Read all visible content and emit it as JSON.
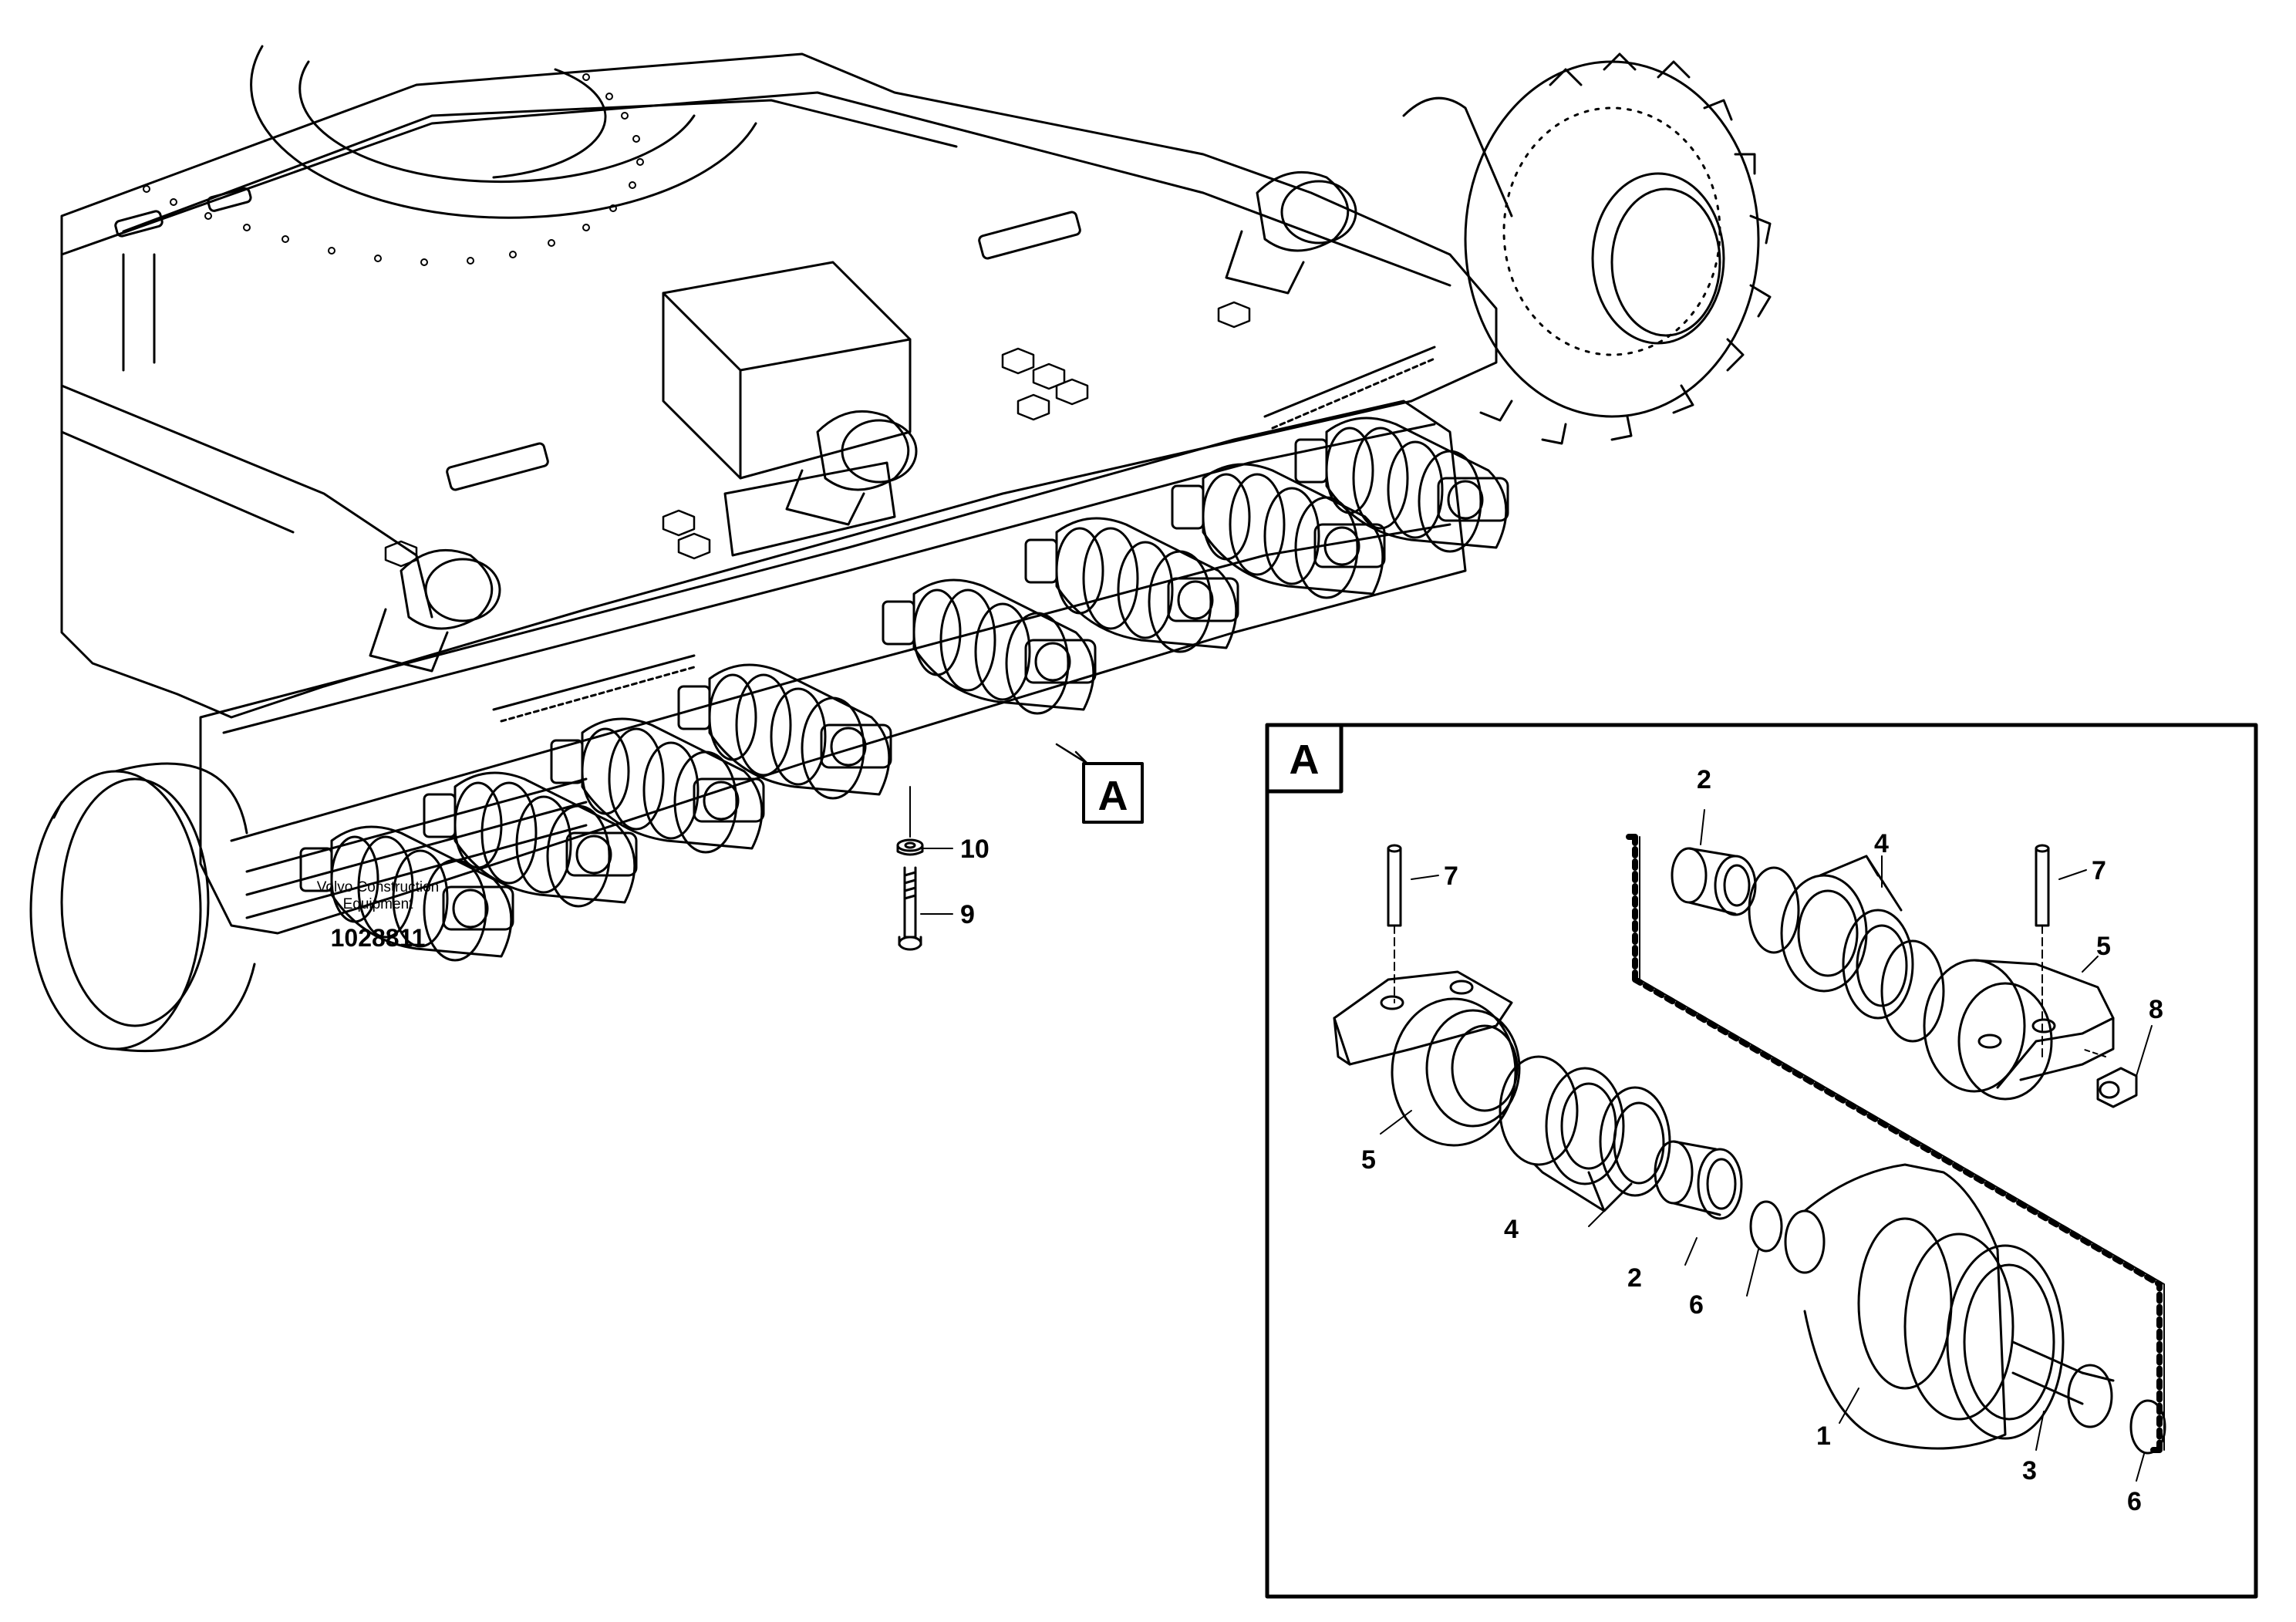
{
  "publisher": {
    "line1": "Volvo Construction",
    "line2": "Equipment"
  },
  "document_number": "1028811",
  "detail": {
    "label": "A"
  },
  "callouts": {
    "c10": "10",
    "c9": "9",
    "c2_top": "2",
    "c4_top": "4",
    "c7_left": "7",
    "c7_right": "7",
    "c5_right": "5",
    "c8": "8",
    "c5_left": "5",
    "c4_bottom": "4",
    "c2_bottom": "2",
    "c6_mid": "6",
    "c1": "1",
    "c3": "3",
    "c6_bottom": "6"
  }
}
